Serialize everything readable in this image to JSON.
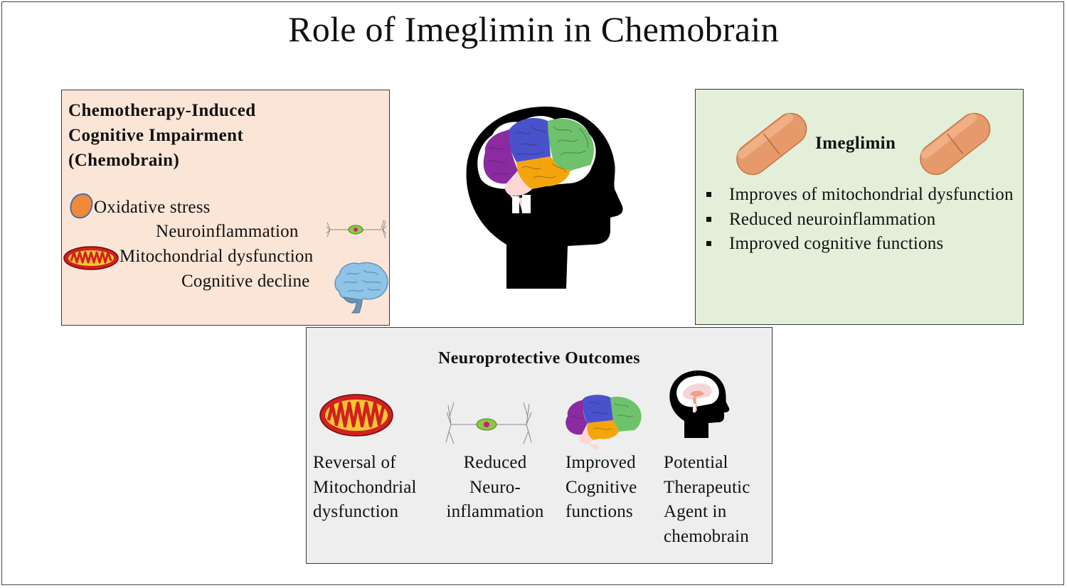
{
  "title": "Role of Imeglimin in Chemobrain",
  "left_panel": {
    "title_lines": [
      "Chemotherapy-Induced",
      "Cognitive Impairment",
      "(Chemobrain)"
    ],
    "items": [
      "Oxidative stress",
      "Neuroinflammation",
      "Mitochondrial dysfunction",
      "Cognitive decline"
    ]
  },
  "right_panel": {
    "title": "Imeglimin",
    "bullets": [
      "Improves of mitochondrial dysfunction",
      "Reduced neuroinflammation",
      "Improved cognitive functions"
    ]
  },
  "bottom_panel": {
    "title": "Neuroprotective Outcomes",
    "outcomes": [
      {
        "lines": [
          "Reversal of",
          "Mitochondrial",
          "dysfunction"
        ]
      },
      {
        "lines": [
          "Reduced",
          "Neuro-",
          "inflammation"
        ]
      },
      {
        "lines": [
          "Improved",
          "Cognitive",
          "functions"
        ]
      },
      {
        "lines": [
          "Potential",
          "Therapeutic",
          "Agent in",
          "chemobrain"
        ]
      }
    ]
  },
  "colors": {
    "left_panel_bg": "#fbe5d7",
    "right_panel_bg": "#e3efd9",
    "bottom_panel_bg": "#eeeeee",
    "pill": "#e69a6b",
    "mitochondrion_outer": "#d21f1f",
    "mitochondrion_inner": "#f6c531"
  },
  "icons": [
    "brain-head-icon",
    "oxidative-stress-icon",
    "neuron-icon",
    "mitochondrion-icon",
    "brain-icon",
    "pill-icon",
    "head-sagittal-brain-icon"
  ]
}
